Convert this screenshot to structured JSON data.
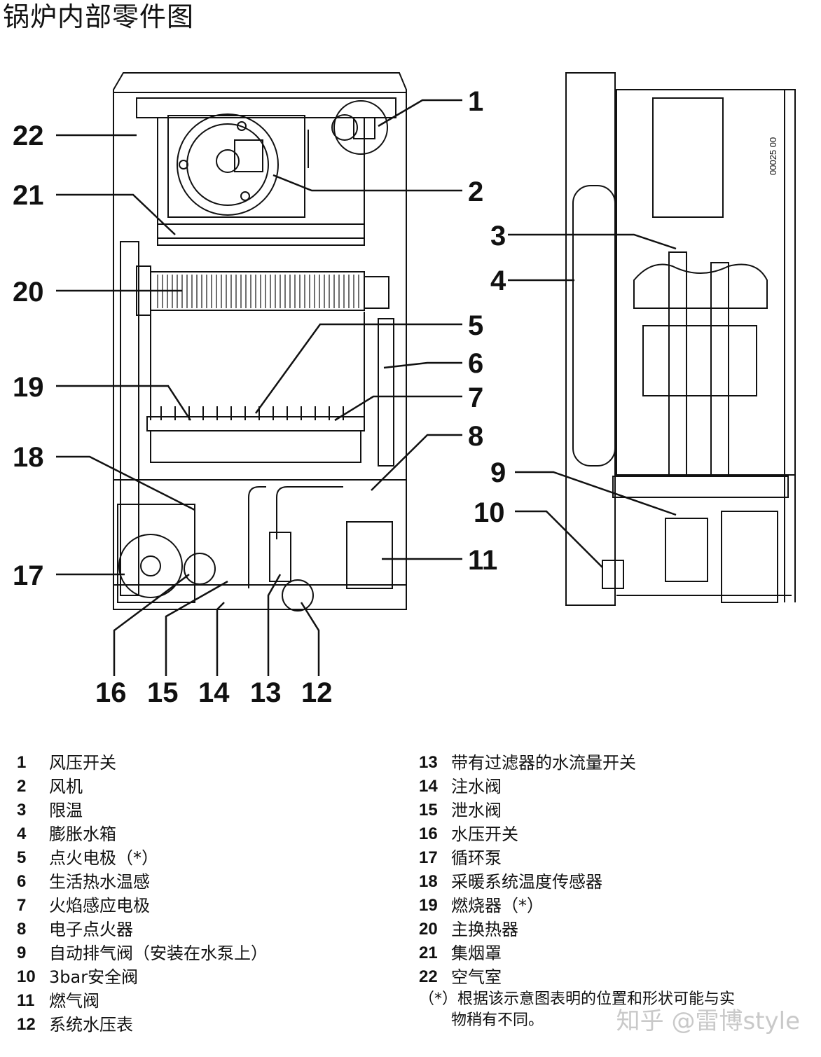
{
  "title": "锅炉内部零件图",
  "diagram_code": "00025 00",
  "callouts": [
    "1",
    "2",
    "3",
    "4",
    "5",
    "6",
    "7",
    "8",
    "9",
    "10",
    "11",
    "12",
    "13",
    "14",
    "15",
    "16",
    "17",
    "18",
    "19",
    "20",
    "21",
    "22"
  ],
  "legend_left": [
    {
      "num": "1",
      "label": "风压开关"
    },
    {
      "num": "2",
      "label": "风机"
    },
    {
      "num": "3",
      "label": "限温"
    },
    {
      "num": "4",
      "label": "膨胀水箱"
    },
    {
      "num": "5",
      "label": "点火电极（*）"
    },
    {
      "num": "6",
      "label": "生活热水温感"
    },
    {
      "num": "7",
      "label": "火焰感应电极"
    },
    {
      "num": "8",
      "label": "电子点火器"
    },
    {
      "num": "9",
      "label": "自动排气阀（安装在水泵上）"
    },
    {
      "num": "10",
      "label": "3bar安全阀"
    },
    {
      "num": "11",
      "label": "燃气阀"
    },
    {
      "num": "12",
      "label": "系统水压表"
    }
  ],
  "legend_right": [
    {
      "num": "13",
      "label": "带有过滤器的水流量开关"
    },
    {
      "num": "14",
      "label": "注水阀"
    },
    {
      "num": "15",
      "label": "泄水阀"
    },
    {
      "num": "16",
      "label": "水压开关"
    },
    {
      "num": "17",
      "label": "循环泵"
    },
    {
      "num": "18",
      "label": "采暖系统温度传感器"
    },
    {
      "num": "19",
      "label": "燃烧器（*）"
    },
    {
      "num": "20",
      "label": "主换热器"
    },
    {
      "num": "21",
      "label": "集烟罩"
    },
    {
      "num": "22",
      "label": "空气室"
    }
  ],
  "note": {
    "line1": "（*）根据该示意图表明的位置和形状可能与实",
    "line2": "物稍有不同。"
  },
  "watermark": "知乎 @雷博style"
}
